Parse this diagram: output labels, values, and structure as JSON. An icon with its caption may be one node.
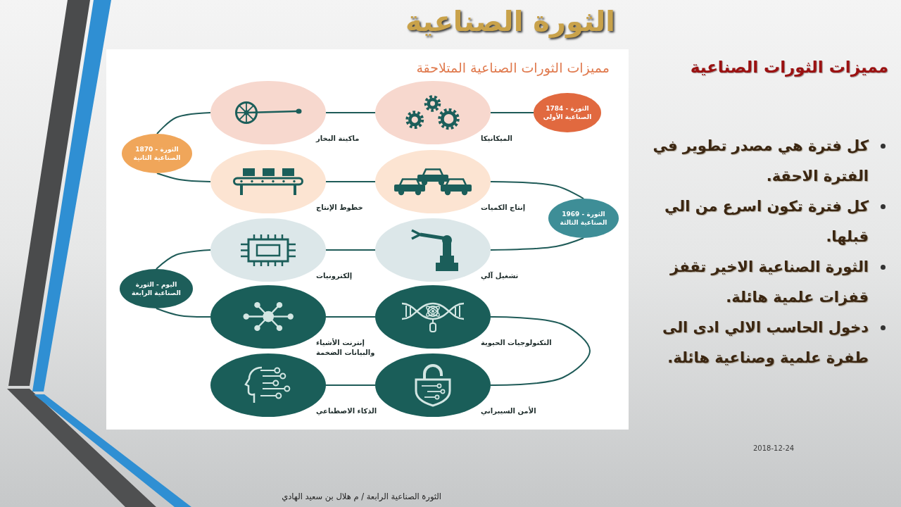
{
  "diagram": {
    "title": "الثورة الصناعية",
    "nodes": [
      {
        "text": [
          "1784 - الثورة الصناعية الأولى"
        ]
      },
      {
        "text": [],
        "shape": "circle",
        "beside": [
          "الميكانيكا"
        ]
      },
      {
        "text": [],
        "shape": "circle",
        "beside": [
          "ماكينة البخار"
        ]
      },
      {
        "text": [
          "1870 - الثورة الصناعية الثانية"
        ]
      },
      {
        "text": [],
        "shape": "circle",
        "beside": [
          "خطوط الإنتاج"
        ]
      },
      {
        "text": [],
        "shape": "circle",
        "beside": [
          "إنتاج الكميات"
        ]
      },
      {
        "text": [
          "1969 - الثورة الصناعية الثالثة"
        ]
      },
      {
        "text": [],
        "shape": "circle",
        "beside": [
          "تشغيل آلي"
        ]
      },
      {
        "text": [],
        "shape": "circle",
        "beside": [
          "إلكترونيات"
        ]
      },
      {
        "text": [
          "اليوم - الثورة الصناعية الرابعة"
        ]
      },
      {
        "text": [],
        "shape": "circle",
        "beside": [
          "إنترنت الأشياء والبيانات الضخمة"
        ]
      },
      {
        "text": [],
        "shape": "circle",
        "beside": [
          "التكنولوجيات الحيوية"
        ]
      },
      {
        "text": [],
        "shape": "circle",
        "beside": [
          "الأمن السيبراني"
        ]
      },
      {
        "text": [],
        "shape": "circle",
        "beside": [
          "الذكاء الاصطناعي"
        ]
      }
    ],
    "edges": [
      {
        "from": 0,
        "to": 1,
        "arrow": "none"
      },
      {
        "from": 1,
        "to": 2,
        "arrow": "none"
      },
      {
        "from": 2,
        "to": 3,
        "arrow": "none"
      },
      {
        "from": 3,
        "to": 4,
        "arrow": "none"
      },
      {
        "from": 4,
        "to": 5,
        "arrow": "none"
      },
      {
        "from": 5,
        "to": 6,
        "arrow": "none"
      },
      {
        "from": 6,
        "to": 7,
        "arrow": "none"
      },
      {
        "from": 7,
        "to": 8,
        "arrow": "none"
      },
      {
        "from": 8,
        "to": 9,
        "arrow": "none"
      },
      {
        "from": 9,
        "to": 10,
        "arrow": "none"
      },
      {
        "from": 10,
        "to": 11,
        "arrow": "none"
      },
      {
        "from": 11,
        "to": 12,
        "arrow": "none"
      },
      {
        "from": 12,
        "to": 13,
        "arrow": "none"
      }
    ],
    "labels": [
      "مميزات الثورات الصناعية",
      "كل فترة هي مصدر تطوير في الفترة الاحقة.",
      "كل فترة تكون اسرع من الي قبلها.",
      "الثورة الصناعية الاخير تقفز قفزات علمية هائلة.",
      "دخول الحاسب الالي ادى الى طفرة علمية وصناعية هائلة.",
      "مميزات الثورات الصناعية المتلاحقة",
      "2018-12-24",
      "الثورة الصناعية الرابعة / م هلال بن سعيد الهادي"
    ]
  }
}
